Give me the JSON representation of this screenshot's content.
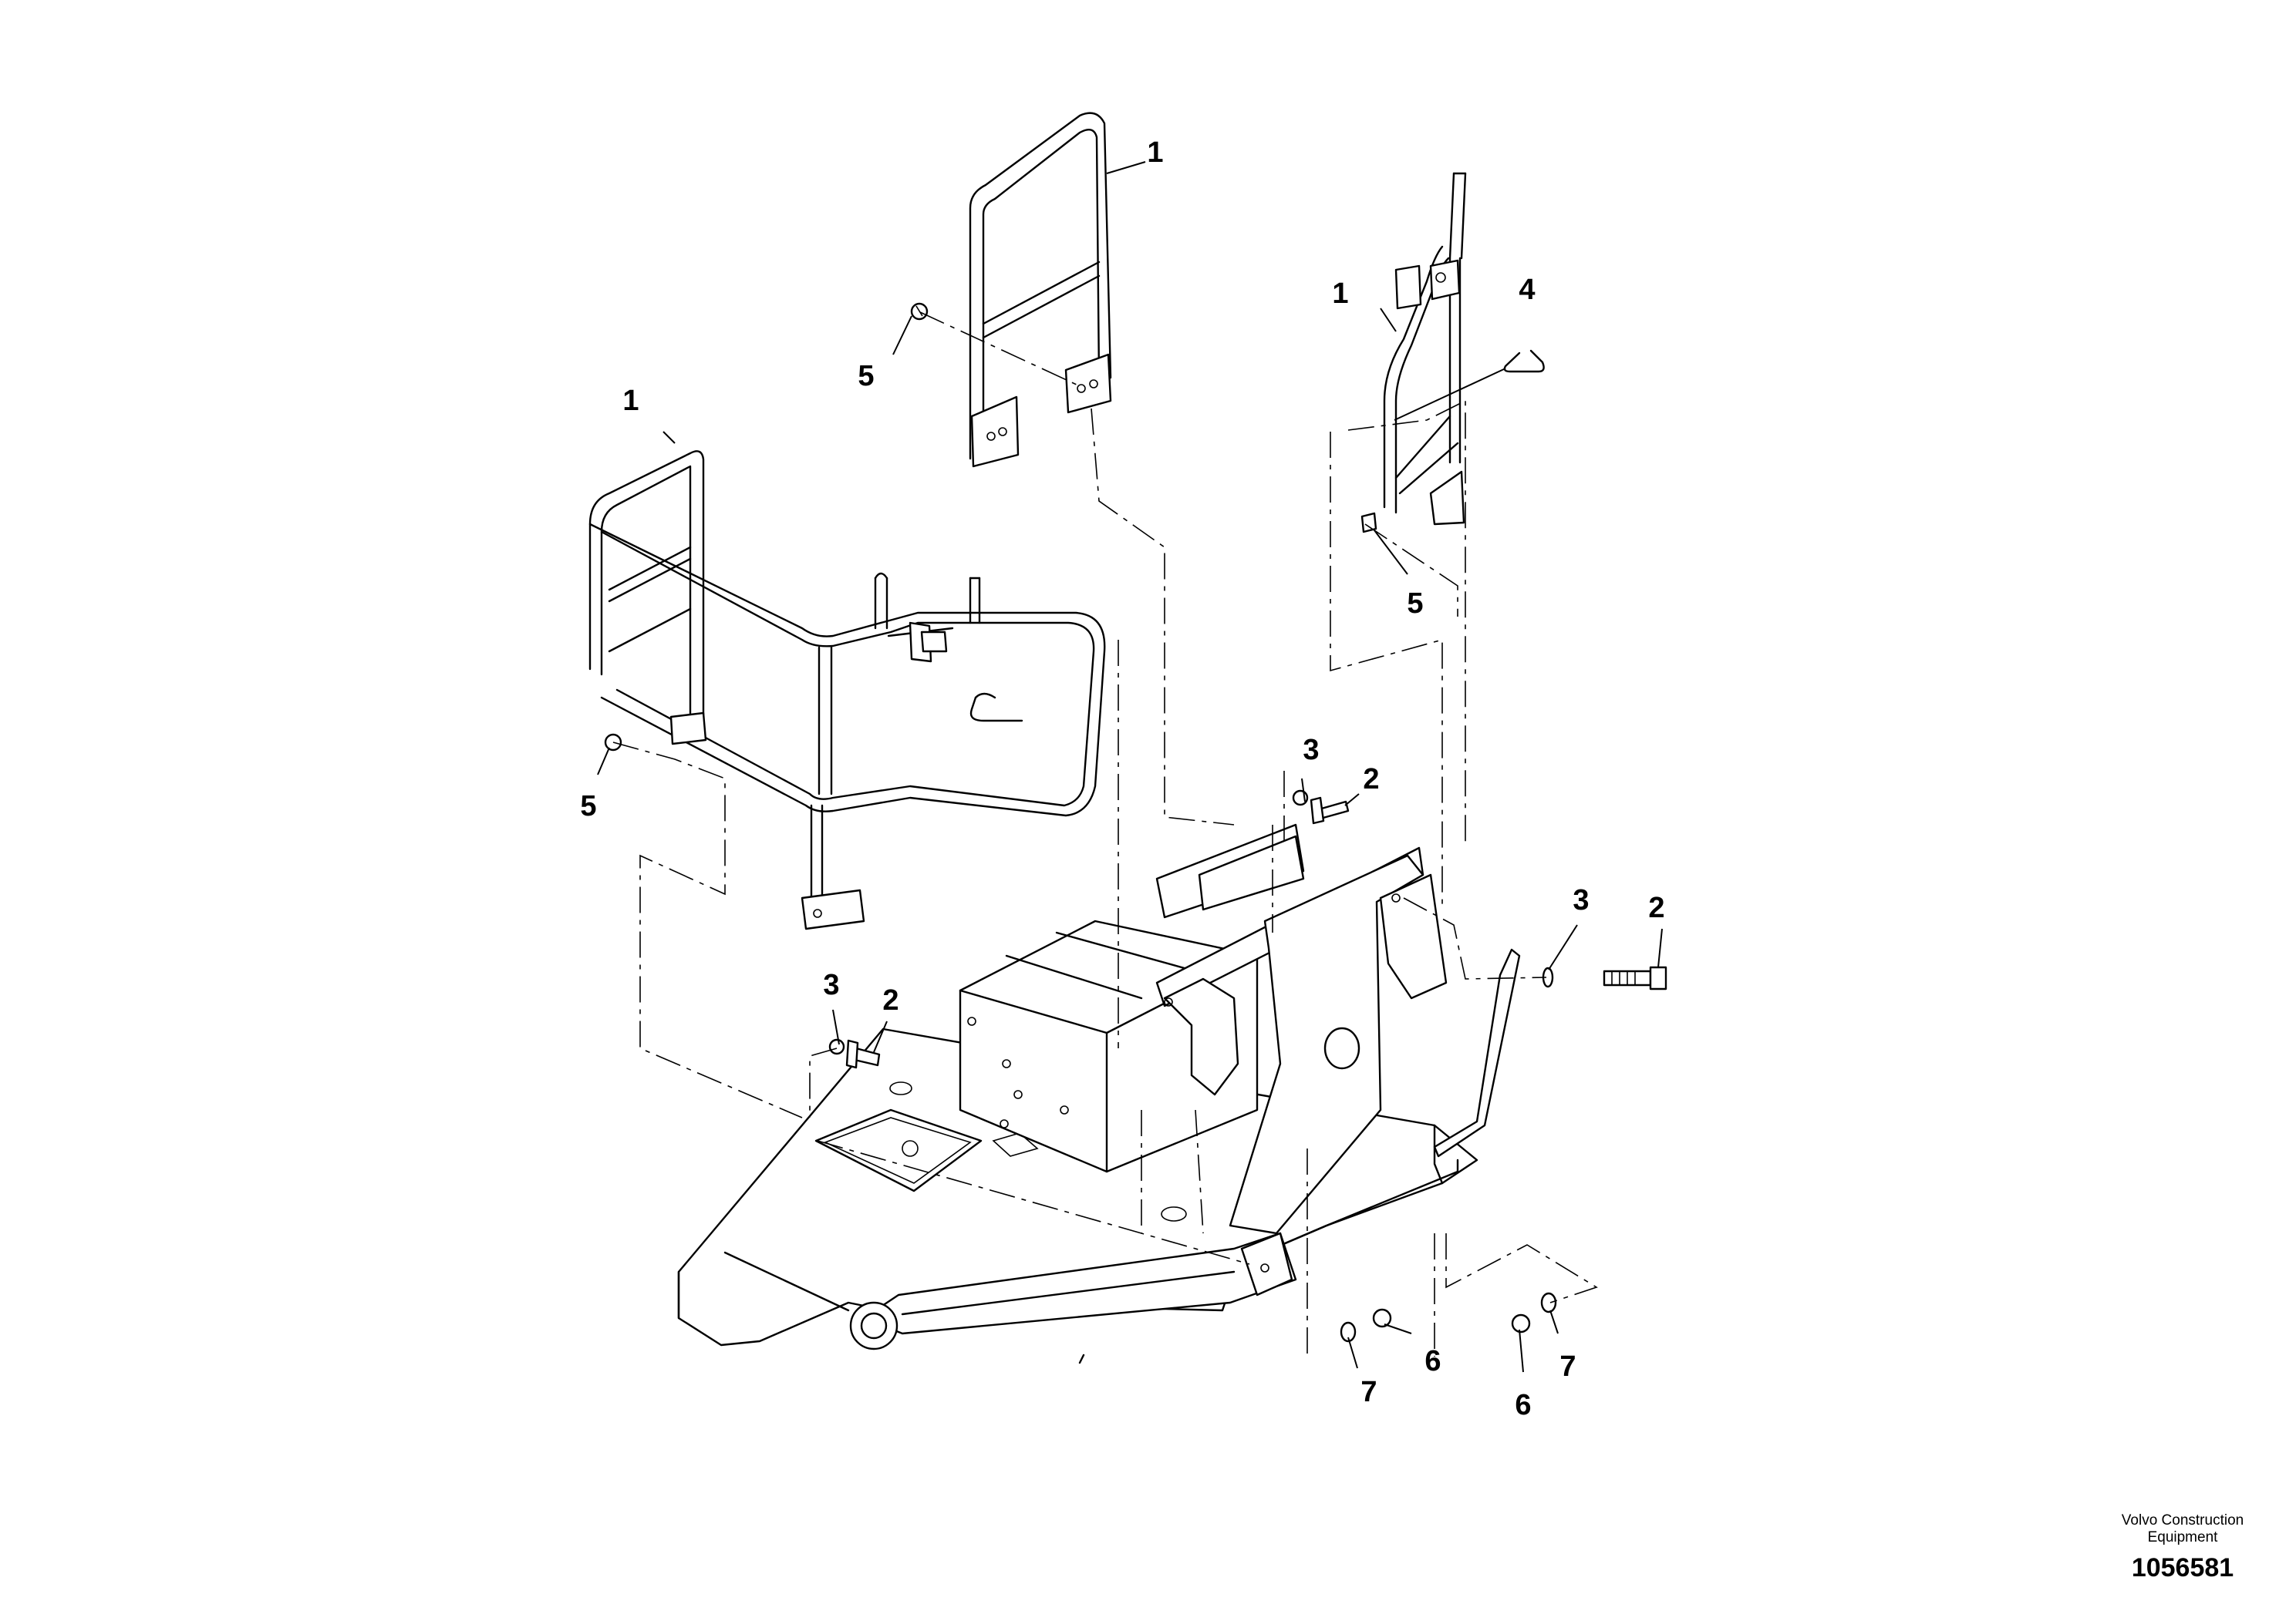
{
  "callouts": [
    {
      "id": "c1a",
      "text": "1"
    },
    {
      "id": "c1b",
      "text": "1"
    },
    {
      "id": "c1c",
      "text": "1"
    },
    {
      "id": "c2a",
      "text": "2"
    },
    {
      "id": "c2b",
      "text": "2"
    },
    {
      "id": "c2c",
      "text": "2"
    },
    {
      "id": "c3a",
      "text": "3"
    },
    {
      "id": "c3b",
      "text": "3"
    },
    {
      "id": "c3c",
      "text": "3"
    },
    {
      "id": "c4a",
      "text": "4"
    },
    {
      "id": "c5a",
      "text": "5"
    },
    {
      "id": "c5b",
      "text": "5"
    },
    {
      "id": "c5c",
      "text": "5"
    },
    {
      "id": "c6a",
      "text": "6"
    },
    {
      "id": "c6b",
      "text": "6"
    },
    {
      "id": "c7a",
      "text": "7"
    },
    {
      "id": "c7b",
      "text": "7"
    }
  ],
  "footer": {
    "brand_line1": "Volvo Construction",
    "brand_line2": "Equipment",
    "document_number": "1056581"
  }
}
